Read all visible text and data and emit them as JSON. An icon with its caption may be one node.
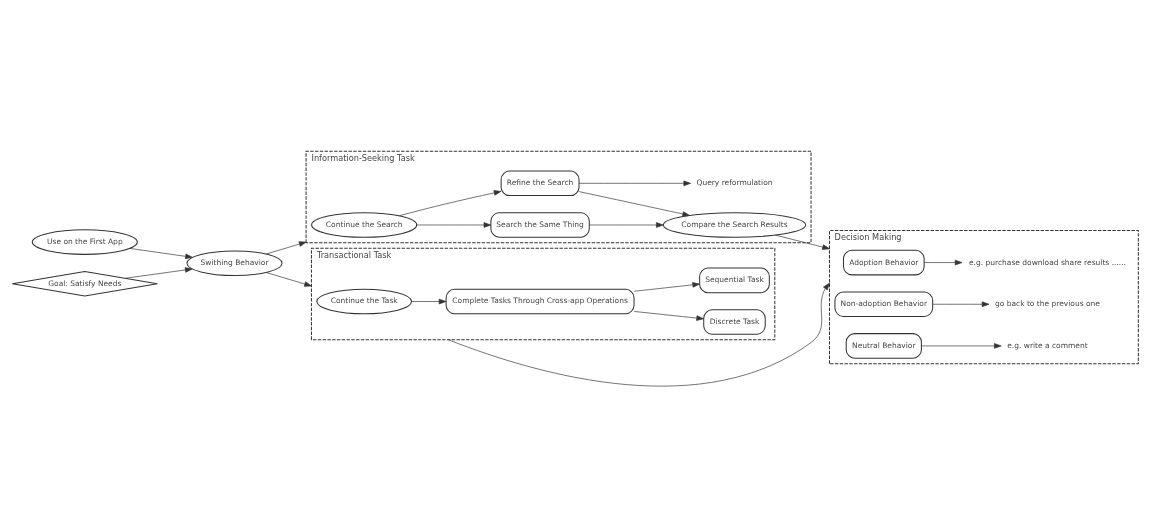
{
  "diagram": {
    "nodes": [
      {
        "text": [
          "Use on the First App"
        ]
      },
      {
        "text": [
          "Goal: Satisfy Needs"
        ]
      },
      {
        "text": [
          "Swithing Behavior"
        ]
      },
      {
        "text": [
          "Information-Seeking Task"
        ]
      },
      {
        "text": [
          "Continue the Search"
        ],
        "in": 3
      },
      {
        "text": [
          "Search the Same Thing"
        ],
        "in": 3
      },
      {
        "text": [
          "Refine the Search"
        ],
        "in": 3
      },
      {
        "text": [
          "Query reformulation"
        ],
        "in": 3
      },
      {
        "text": [
          "Compare the Search Results"
        ],
        "in": 3
      },
      {
        "text": [
          "Transactional Task"
        ]
      },
      {
        "text": [
          "Continue the Task"
        ],
        "in": 9
      },
      {
        "text": [
          "Complete Tasks Through Cross-app Operations"
        ],
        "in": 9
      },
      {
        "text": [
          "Discrete Task"
        ],
        "in": 9
      },
      {
        "text": [
          "Sequential Task"
        ],
        "in": 9
      },
      {
        "text": [
          "Decision Making"
        ]
      },
      {
        "text": [
          "Adoption Behavior"
        ],
        "in": 14
      },
      {
        "text": [
          "e.g. purchase download share results ......"
        ],
        "in": 14
      },
      {
        "text": [
          "Non-adoption Behavior"
        ],
        "in": 14
      },
      {
        "text": [
          "go back to the previous one"
        ],
        "in": 14
      },
      {
        "text": [
          "Neutral Behavior"
        ],
        "in": 14
      },
      {
        "text": [
          "e.g. write a comment"
        ],
        "in": 14
      }
    ],
    "edges": [
      {
        "from": 0,
        "to": 2,
        "arrow": "to"
      },
      {
        "from": 1,
        "to": 2,
        "arrow": "to"
      },
      {
        "from": 2,
        "to": 3,
        "arrow": "to"
      },
      {
        "from": 4,
        "to": 5,
        "arrow": "to"
      },
      {
        "from": 4,
        "to": 6,
        "arrow": "to"
      },
      {
        "from": 5,
        "to": 8,
        "arrow": "to"
      },
      {
        "from": 6,
        "to": 8,
        "arrow": "to"
      },
      {
        "from": 6,
        "to": 7,
        "arrow": "to"
      },
      {
        "from": 8,
        "to": 14,
        "arrow": "to"
      },
      {
        "from": 2,
        "to": 9,
        "arrow": "to"
      },
      {
        "from": 9,
        "to": 14,
        "arrow": "to"
      },
      {
        "from": 10,
        "to": 11,
        "arrow": "to"
      },
      {
        "from": 11,
        "to": 12,
        "arrow": "to"
      },
      {
        "from": 11,
        "to": 13,
        "arrow": "to"
      },
      {
        "from": 15,
        "to": 16,
        "arrow": "to"
      },
      {
        "from": 17,
        "to": 18,
        "arrow": "to"
      },
      {
        "from": 19,
        "to": 20,
        "arrow": "to"
      }
    ]
  }
}
